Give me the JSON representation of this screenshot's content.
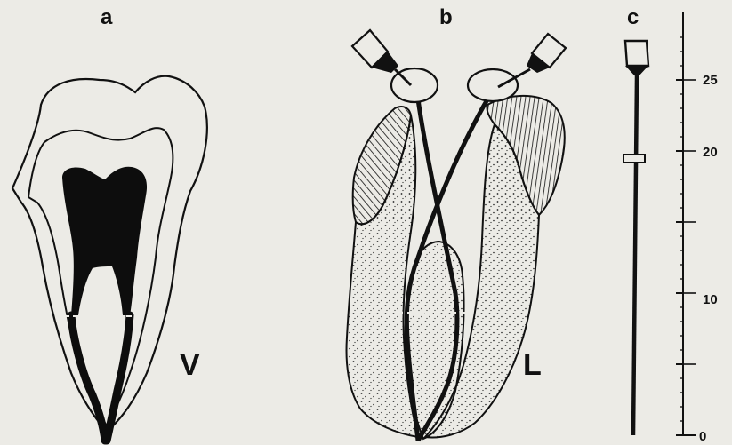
{
  "panels": {
    "a": {
      "label": "a",
      "side_label": "V"
    },
    "b": {
      "label": "b",
      "side_label": "L"
    },
    "c": {
      "label": "c"
    }
  },
  "scale": {
    "ticks": [
      {
        "value": "25"
      },
      {
        "value": "20"
      },
      {
        "value": "10"
      },
      {
        "value": "0"
      }
    ]
  },
  "colors": {
    "ink": "#111111",
    "paper": "#ecebe6",
    "pulp": "#0d0d0d"
  }
}
